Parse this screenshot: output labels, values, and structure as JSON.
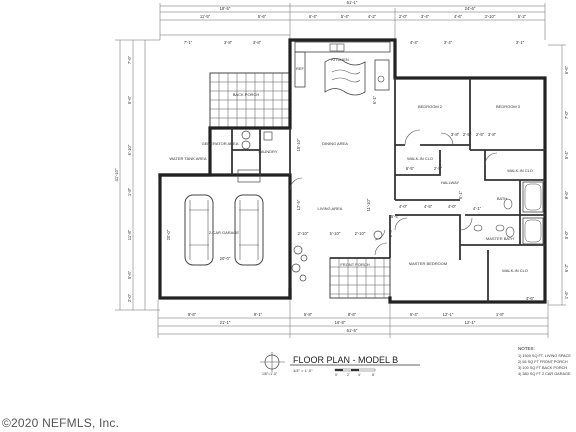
{
  "title": {
    "main": "FLOOR PLAN - MODEL B",
    "scale": "1/4\" = 1'-0\"",
    "scale_alt": "1/8\"=1'-0\"",
    "bar_labels": [
      "0'",
      "2'",
      "4'",
      "8'"
    ]
  },
  "notes": {
    "heading": "NOTES:",
    "lines": [
      "1) 1500 SQ FT. LIVING SPACE",
      "2) 56 SQ FT FRONT PORCH",
      "3) 100 SQ FT BACK PORCH",
      "4) 380 SQ FT 2 CAR GARAGE"
    ]
  },
  "rooms": {
    "back_porch": "BACK PORCH",
    "generator": "GENERATOR AREA",
    "water_tank": "WATER TANK AREA",
    "laundry": "LAUNDRY",
    "kitchen": "KITCHEN",
    "ref": "REF",
    "dining": "DINING AREA",
    "living": "LIVING AREA",
    "garage": "2-CAR GARAGE",
    "front_porch": "FRONT PORCH",
    "bedroom2": "BEDROOM 2",
    "bedroom3": "BEDROOM 3",
    "walkin_a": "WALK-IN CLO",
    "walkin_b": "WALK-IN CLO",
    "walkin_c": "WALK-IN CLO",
    "hallway": "HALLWAY",
    "bath": "BATH",
    "master_bath": "MASTER BATH",
    "master_bedroom": "MASTER BEDROOM"
  },
  "dimensions": {
    "top_overall": "61'-1\"",
    "top_left": "18'-5\"",
    "top_right": "24'-6\"",
    "top_row": [
      "11'-5\"",
      "5'-6\"",
      "6'-4\"",
      "5'-4\"",
      "4'-2\"",
      "2'-0\"",
      "3'-4\"",
      "4'-6\"",
      "3'-10\"",
      "5'-2\""
    ],
    "sub_row": [
      "7'-1\"",
      "3'-8\"",
      "3'-8\"",
      "4'-4\"",
      "3'-4\"",
      "3'-1\""
    ],
    "left_overall": "41'-10\"",
    "left_segments": [
      "7'-6\"",
      "5'-6\"",
      "6'-10\"",
      "1'-8\"",
      "11'-8\"",
      "5'-6\"",
      "2'-0\""
    ],
    "right_segments": [
      "6'-6\"",
      "7'-0\"",
      "5'-4\"",
      "9'-6\"",
      "5'-0\"",
      "6'-2\"",
      "1'-6\""
    ],
    "bottom_row1": [
      "9'-6\"",
      "9'-1\"",
      "5'-8\"",
      "8'-6\"",
      "5'-4\"",
      "12'-1\"",
      "1'-8\""
    ],
    "bottom_row2": [
      "21'-1\"",
      "16'-8\"",
      "12'-1\""
    ],
    "bottom_overall": "61'-5\"",
    "garage": [
      "20'-0\"",
      "20'-0\""
    ],
    "living": [
      "12'-5\"",
      "11'-10\"",
      "2'-10\"",
      "5'-10\"",
      "2'-10\""
    ],
    "dining": "15'-10\"",
    "kitchen": "6'-1\"",
    "bedroom": [
      "3'-8\"",
      "2'-5\"",
      "2'-5\"",
      "3'-8\""
    ],
    "closet": [
      "6'-5\"",
      "2'-5\""
    ],
    "hall": [
      "4'-0\"",
      "4'-5\"",
      "4'-0\""
    ],
    "misc": [
      "2'-6\"",
      "5'-4\"",
      "6'-1\"",
      "4'-1\"",
      "4'-6\""
    ]
  },
  "watermark": "©2020 NEFMLS, Inc."
}
